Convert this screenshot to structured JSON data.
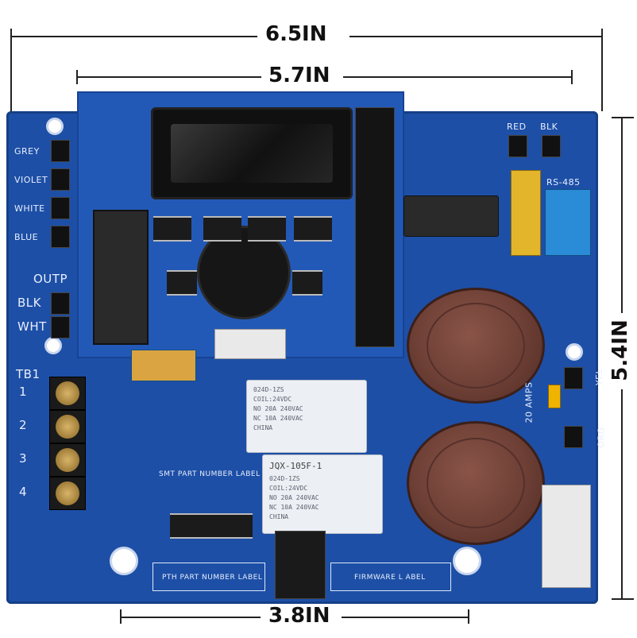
{
  "dimensions": {
    "top_width": "6.5IN",
    "inner_width": "5.7IN",
    "height": "5.4IN",
    "bottom_width": "3.8IN"
  },
  "board_labels": {
    "left_wires": [
      "GREY",
      "VIOLET",
      "WHITE",
      "BLUE"
    ],
    "output": "OUTP",
    "blk": "BLK",
    "wht": "WHT",
    "tb1": "TB1",
    "tb1_numbers": [
      "1",
      "2",
      "3",
      "4"
    ],
    "top_right": [
      "RED",
      "BLK"
    ],
    "rs485": "RS-485",
    "right_edge": [
      "YEL",
      "ORG"
    ],
    "amps": "20 AMPS",
    "smt_label": "SMT PART NUMBER LABEL",
    "pth_label": "PTH PART NUMBER LABEL",
    "firmware_label": "FIRMWARE L ABEL"
  },
  "relay_top": {
    "lines": [
      "024D-1ZS",
      "COIL:24VDC",
      "NO 20A 240VAC",
      "NC 10A 240VAC",
      "CHINA"
    ]
  },
  "relay_bottom": {
    "model": "JQX-105F-1",
    "lines": [
      "024D-1ZS",
      "COIL:24VDC",
      "NO 20A 240VAC",
      "NC 10A 240VAC",
      "CHINA"
    ]
  },
  "colors": {
    "board": "#1d4fa6",
    "silkscreen": "#e8eefc",
    "capacitor": "#6d3f35"
  }
}
